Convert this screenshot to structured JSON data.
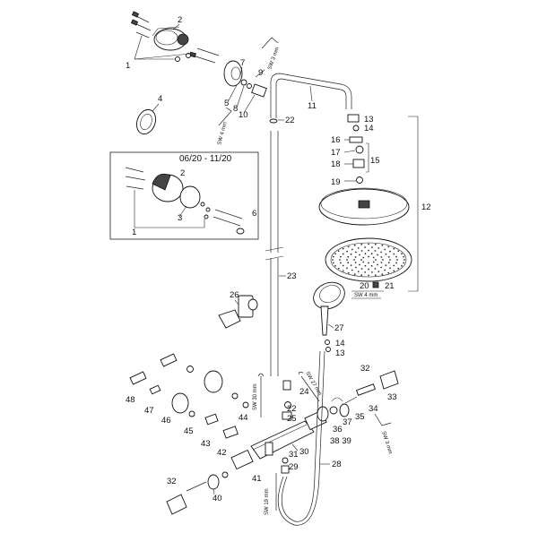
{
  "diagram": {
    "date_range": "06/20 - 11/20",
    "tools": {
      "sw3_top": "SW 3 mm",
      "sw4_left": "SW 4 mm",
      "sw4_right": "SW 4 mm",
      "sw30": "SW 30 mm",
      "sw27": "SW 27 mm",
      "sw19": "SW 19 mm",
      "sw3_right": "SW 3 mm"
    },
    "labels": {
      "l1": "1",
      "l2": "2",
      "l4": "4",
      "l5": "5",
      "l7": "7",
      "l8": "8",
      "l9": "9",
      "l10": "10",
      "l11": "11",
      "l22": "22",
      "l13": "13",
      "l14": "14",
      "l16": "16",
      "l17": "17",
      "l18": "18",
      "l15": "15",
      "l19": "19",
      "l12": "12",
      "i2": "2",
      "i3": "3",
      "i6": "6",
      "i1": "1",
      "l23": "23",
      "l20": "20",
      "l21": "21",
      "l26": "26",
      "l27": "27",
      "l14b": "14",
      "l13b": "13",
      "l32": "32",
      "l33": "33",
      "l34": "34",
      "l35": "35",
      "l36": "36",
      "l37": "37",
      "l3839": "38 39",
      "l48": "48",
      "l47": "47",
      "l46": "46",
      "l45": "45",
      "l44": "44",
      "l43": "43",
      "l42": "42",
      "l24": "24",
      "l22b": "22",
      "l25": "25",
      "l30": "30",
      "l31": "31",
      "l29": "29",
      "l28": "28",
      "l41": "41",
      "l40": "40",
      "l32b": "32"
    }
  }
}
